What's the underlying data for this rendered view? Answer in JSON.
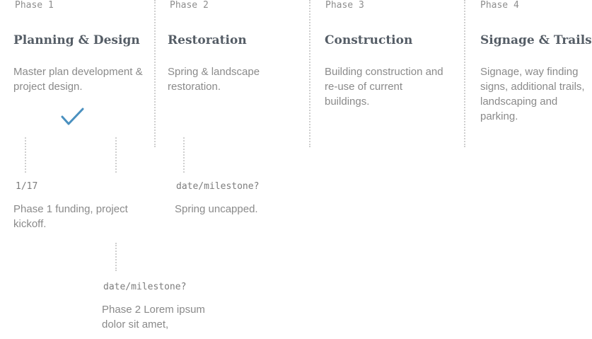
{
  "phases": [
    {
      "label": "Phase 1",
      "title": "Planning & Design",
      "description": "Master plan development & project design."
    },
    {
      "label": "Phase 2",
      "title": "Restoration",
      "description": "Spring & landscape restoration."
    },
    {
      "label": "Phase 3",
      "title": "Construction",
      "description": "Building construction and re-use of current buildings."
    },
    {
      "label": "Phase 4",
      "title": "Signage & Trails",
      "description": "Signage, way finding signs, additional trails, landscaping and parking."
    }
  ],
  "milestones": [
    {
      "date": "1/17",
      "description": "Phase 1 funding, project kickoff."
    },
    {
      "date": "date/milestone?",
      "description": "Spring uncapped."
    },
    {
      "date": "date/milestone?",
      "description": "Phase 2 Lorem ipsum dolor sit amet,"
    }
  ],
  "icons": {
    "completed": "check-mark",
    "completed_color": "#4a90bf"
  }
}
